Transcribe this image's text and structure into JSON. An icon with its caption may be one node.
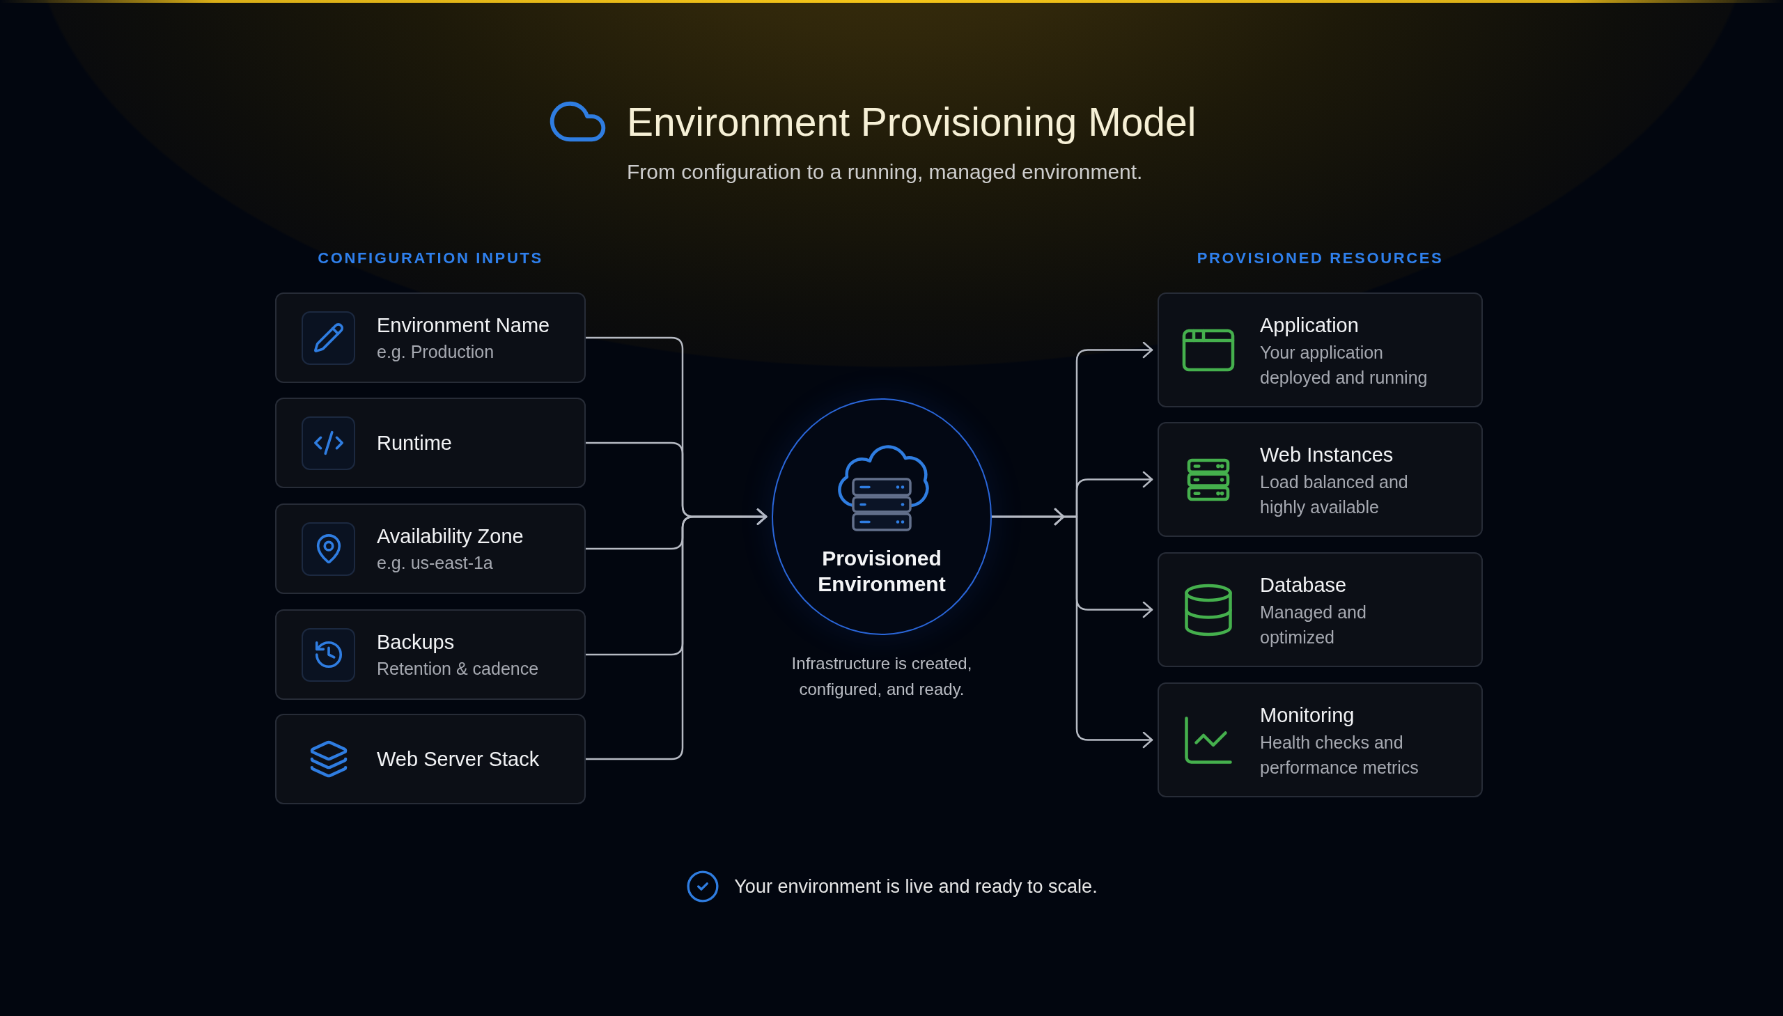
{
  "diagram": {
    "title": "Environment Provisioning Model",
    "nodes": [
      {
        "text": [
          "Environment Name",
          "e.g. Production"
        ]
      },
      {
        "text": [
          "Runtime"
        ]
      },
      {
        "text": [
          "Availability Zone",
          "e.g. us-east-1a"
        ]
      },
      {
        "text": [
          "Backups",
          "Retention & cadence"
        ]
      },
      {
        "text": [
          "Web Server Stack"
        ]
      },
      {
        "text": [
          "Provisioned Environment"
        ],
        "beside": [
          "Infrastructure is created, configured, and ready."
        ]
      },
      {
        "text": [
          "Application",
          "Your application deployed and running"
        ]
      },
      {
        "text": [
          "Web Instances",
          "Load balanced and highly available"
        ]
      },
      {
        "text": [
          "Database",
          "Managed and optimized"
        ]
      },
      {
        "text": [
          "Monitoring",
          "Health checks and performance metrics"
        ]
      }
    ],
    "edges": [
      {
        "from": 0,
        "to": 5,
        "arrow": "to"
      },
      {
        "from": 1,
        "to": 5,
        "arrow": "to"
      },
      {
        "from": 2,
        "to": 5,
        "arrow": "to"
      },
      {
        "from": 3,
        "to": 5,
        "arrow": "to"
      },
      {
        "from": 4,
        "to": 5,
        "arrow": "to"
      },
      {
        "from": 5,
        "to": 6,
        "arrow": "to"
      },
      {
        "from": 5,
        "to": 7,
        "arrow": "to"
      },
      {
        "from": 5,
        "to": 8,
        "arrow": "to"
      },
      {
        "from": 5,
        "to": 9,
        "arrow": "to"
      }
    ],
    "labels": [
      "From configuration to a running, managed environment.",
      "CONFIGURATION INPUTS",
      "PROVISIONED RESOURCES",
      "Your environment is live and ready to scale."
    ]
  }
}
